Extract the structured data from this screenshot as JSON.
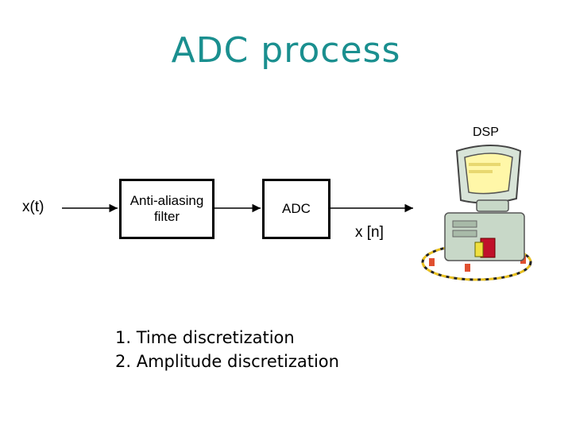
{
  "title": "ADC process",
  "input_label": "x(t)",
  "filter_label": "Anti-aliasing filter",
  "adc_label": "ADC",
  "output_label": "x [n]",
  "dsp_label": "DSP",
  "steps": [
    "1. Time discretization",
    "2. Amplitude discretization"
  ]
}
